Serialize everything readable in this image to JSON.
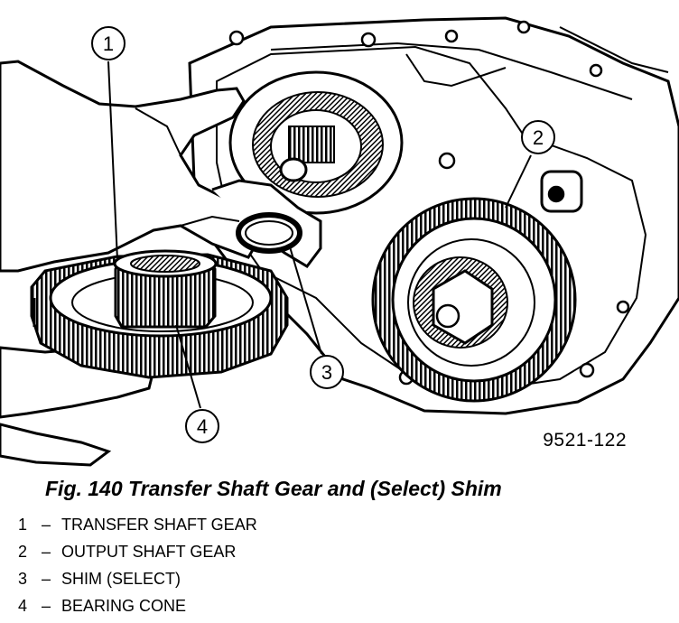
{
  "figure": {
    "figure_number": "9521-122",
    "caption": "Fig. 140 Transfer Shaft Gear and (Select) Shim",
    "callouts": [
      "1",
      "2",
      "3",
      "4"
    ],
    "legend": [
      {
        "num": "1",
        "dash": "–",
        "label": "TRANSFER SHAFT GEAR"
      },
      {
        "num": "2",
        "dash": "–",
        "label": "OUTPUT SHAFT GEAR"
      },
      {
        "num": "3",
        "dash": "–",
        "label": "SHIM (SELECT)"
      },
      {
        "num": "4",
        "dash": "–",
        "label": "BEARING CONE"
      }
    ]
  }
}
